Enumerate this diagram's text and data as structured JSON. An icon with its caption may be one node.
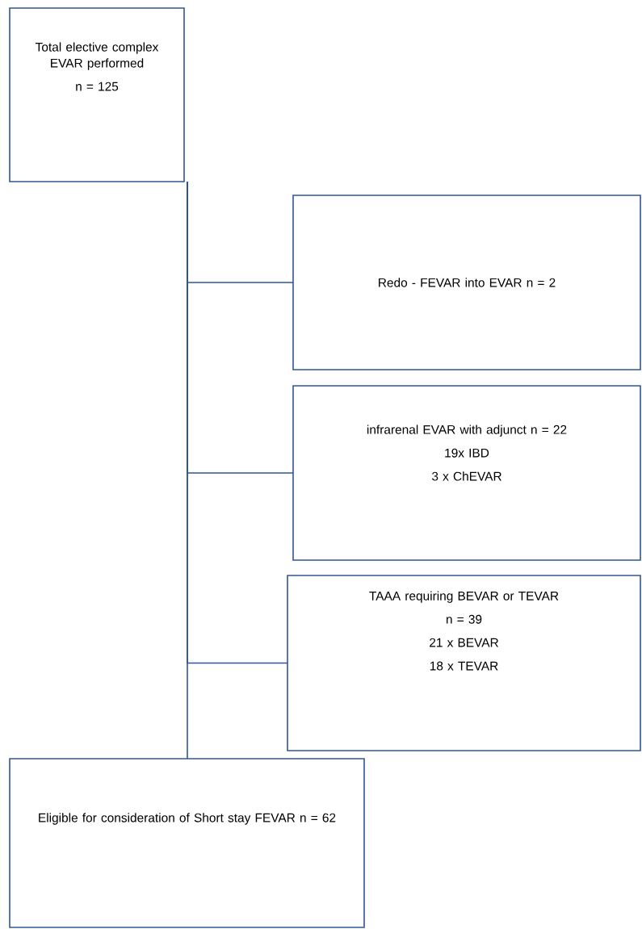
{
  "diagram": {
    "nodes": [
      {
        "text": [
          "Total elective complex EVAR performed",
          "n = 125"
        ]
      },
      {
        "text": [
          "Redo - FEVAR into EVAR n = 2"
        ]
      },
      {
        "text": [
          "infrarenal EVAR with adjunct n = 22",
          "19x IBD",
          "3 x ChEVAR"
        ]
      },
      {
        "text": [
          "TAAA requiring BEVAR or TEVAR",
          "n = 39",
          "21 x BEVAR",
          "18 x TEVAR"
        ]
      },
      {
        "text": [
          "Eligible for consideration of Short stay FEVAR n = 62"
        ]
      }
    ],
    "edges": [
      {
        "from": 0,
        "to": 1,
        "arrow": "none"
      },
      {
        "from": 0,
        "to": 2,
        "arrow": "none"
      },
      {
        "from": 0,
        "to": 3,
        "arrow": "none"
      },
      {
        "from": 0,
        "to": 4,
        "arrow": "none"
      }
    ]
  }
}
